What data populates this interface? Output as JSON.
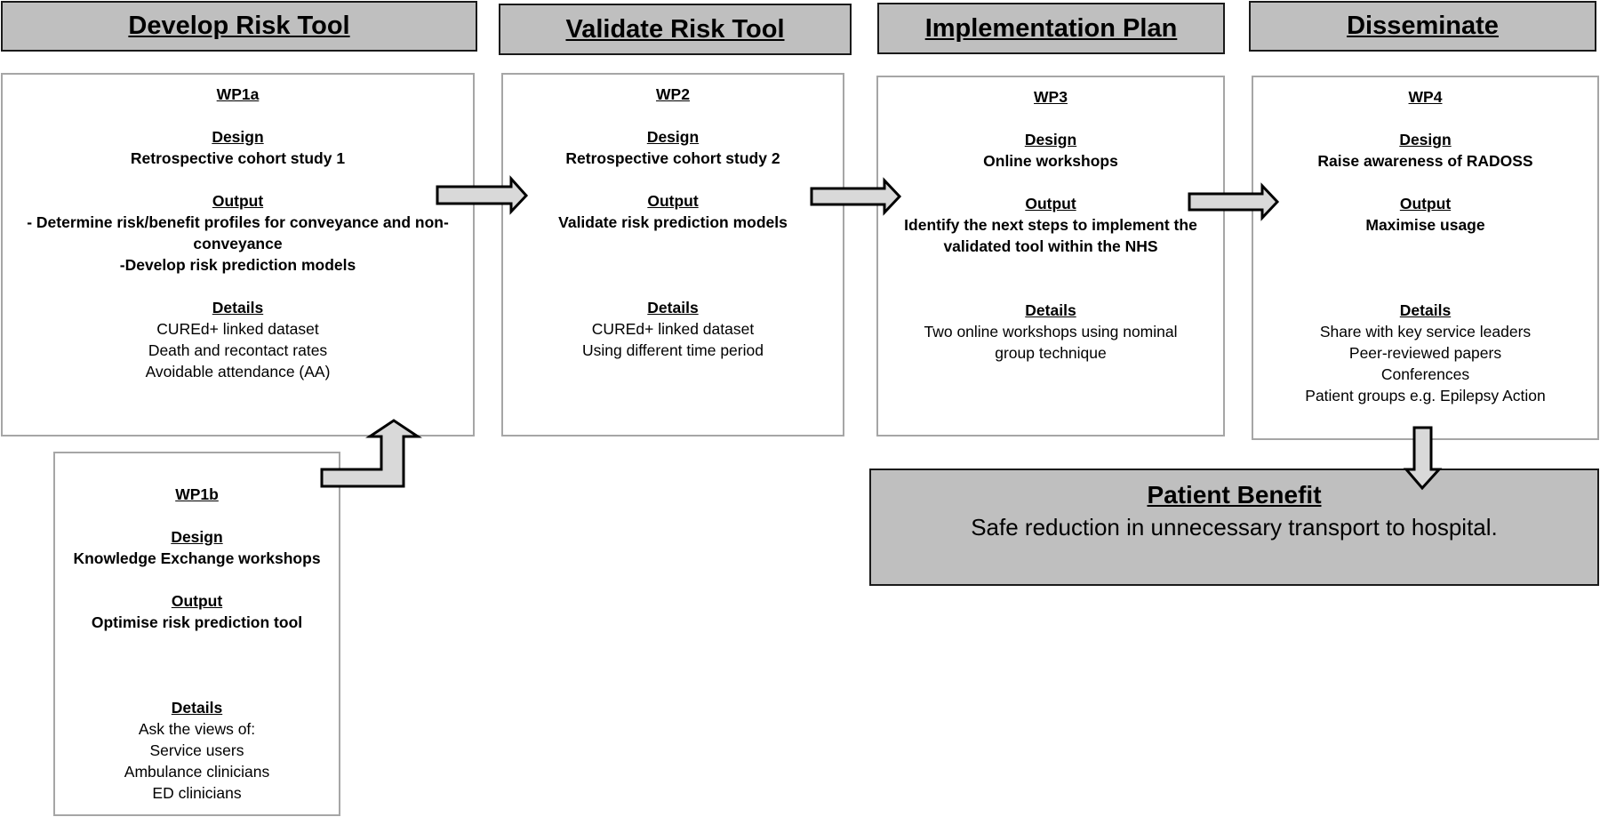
{
  "headers": {
    "develop": "Develop Risk Tool",
    "validate": "Validate Risk Tool",
    "implementation": "Implementation Plan",
    "disseminate": "Disseminate"
  },
  "wp1a": {
    "title": "WP1a",
    "design_label": "Design",
    "design": "Retrospective cohort study 1",
    "output_label": "Output",
    "output": [
      "- Determine risk/benefit profiles for conveyance and non-",
      "conveyance",
      "-Develop risk prediction models"
    ],
    "details_label": "Details",
    "details": [
      "CUREd+ linked dataset",
      "Death and recontact rates",
      "Avoidable attendance (AA)"
    ]
  },
  "wp1b": {
    "title": "WP1b",
    "design_label": "Design",
    "design": "Knowledge Exchange workshops",
    "output_label": "Output",
    "output": "Optimise risk prediction tool",
    "details_label": "Details",
    "details": [
      "Ask the views of:",
      "Service users",
      "Ambulance clinicians",
      "ED clinicians"
    ]
  },
  "wp2": {
    "title": "WP2",
    "design_label": "Design",
    "design": "Retrospective cohort study 2",
    "output_label": "Output",
    "output": "Validate risk prediction models",
    "details_label": "Details",
    "details": [
      "CUREd+ linked dataset",
      "Using different time period"
    ]
  },
  "wp3": {
    "title": "WP3",
    "design_label": "Design",
    "design": "Online workshops",
    "output_label": "Output",
    "output": [
      "Identify the next steps to implement  the",
      "validated tool within the NHS"
    ],
    "details_label": "Details",
    "details": [
      "Two online workshops using nominal",
      "group technique"
    ]
  },
  "wp4": {
    "title": "WP4",
    "design_label": "Design",
    "design": "Raise awareness of RADOSS",
    "output_label": "Output",
    "output": "Maximise usage",
    "details_label": "Details",
    "details": [
      "Share with key service leaders",
      "Peer-reviewed papers",
      "Conferences",
      "Patient groups e.g. Epilepsy Action"
    ]
  },
  "benefit": {
    "title": "Patient Benefit",
    "text": "Safe reduction in unnecessary transport to hospital."
  },
  "colors": {
    "header_fill": "#bfbfbf",
    "arrow_fill": "#d9d9d9",
    "box_border": "#a6a6a6"
  }
}
